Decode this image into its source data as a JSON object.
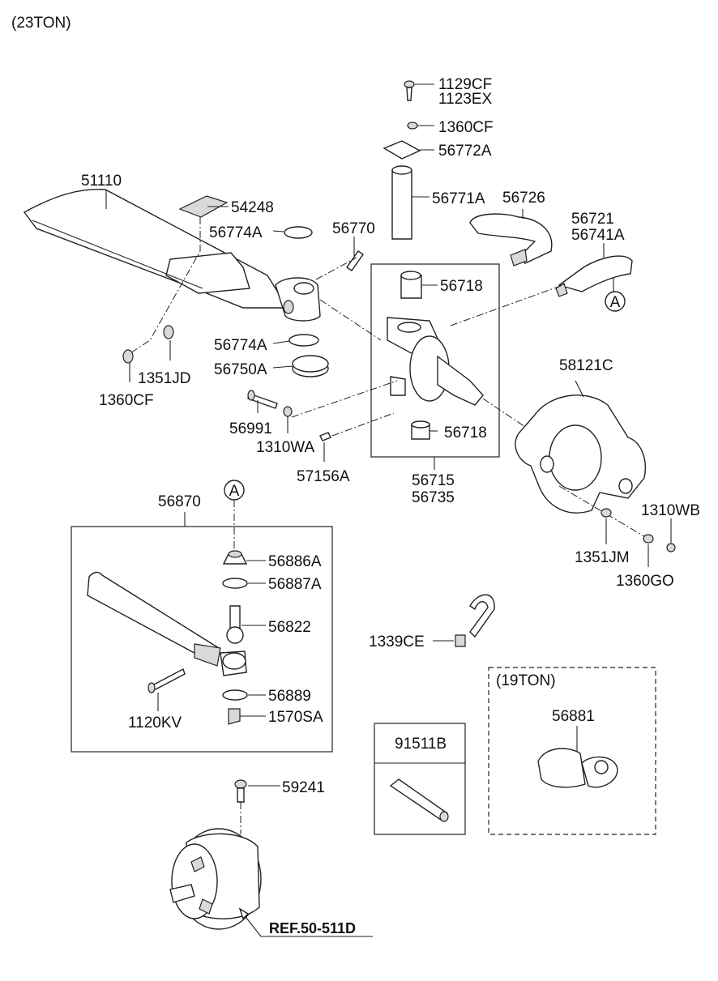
{
  "header": {
    "variant": "(23TON)"
  },
  "inset_19ton": {
    "title": "(19TON)"
  },
  "callouts": {
    "a": "A"
  },
  "labels": {
    "p1129cf": "1129CF",
    "p1123ex": "1123EX",
    "p1360cf_top": "1360CF",
    "p56772a": "56772A",
    "p51110": "51110",
    "p54248": "54248",
    "p56771a": "56771A",
    "p56726": "56726",
    "p56721": "56721",
    "p56741a": "56741A",
    "p56774a_top": "56774A",
    "p56770": "56770",
    "p56718_top": "56718",
    "p56774a_bot": "56774A",
    "p56750a": "56750A",
    "p1351jd": "1351JD",
    "p1360cf_left": "1360CF",
    "p58121c": "58121C",
    "p56991": "56991",
    "p56718_bot": "56718",
    "p1310wa": "1310WA",
    "p57156a": "57156A",
    "p56715": "56715",
    "p56735": "56735",
    "p1310wb": "1310WB",
    "p56870": "56870",
    "p1351jm": "1351JM",
    "p1360go": "1360GO",
    "p56886a": "56886A",
    "p56887a": "56887A",
    "p56822": "56822",
    "p1339ce": "1339CE",
    "p1120kv": "1120KV",
    "p56889": "56889",
    "p1570sa": "1570SA",
    "p56881": "56881",
    "p91511b": "91511B",
    "p59241": "59241",
    "ref": "REF.50-511D"
  }
}
